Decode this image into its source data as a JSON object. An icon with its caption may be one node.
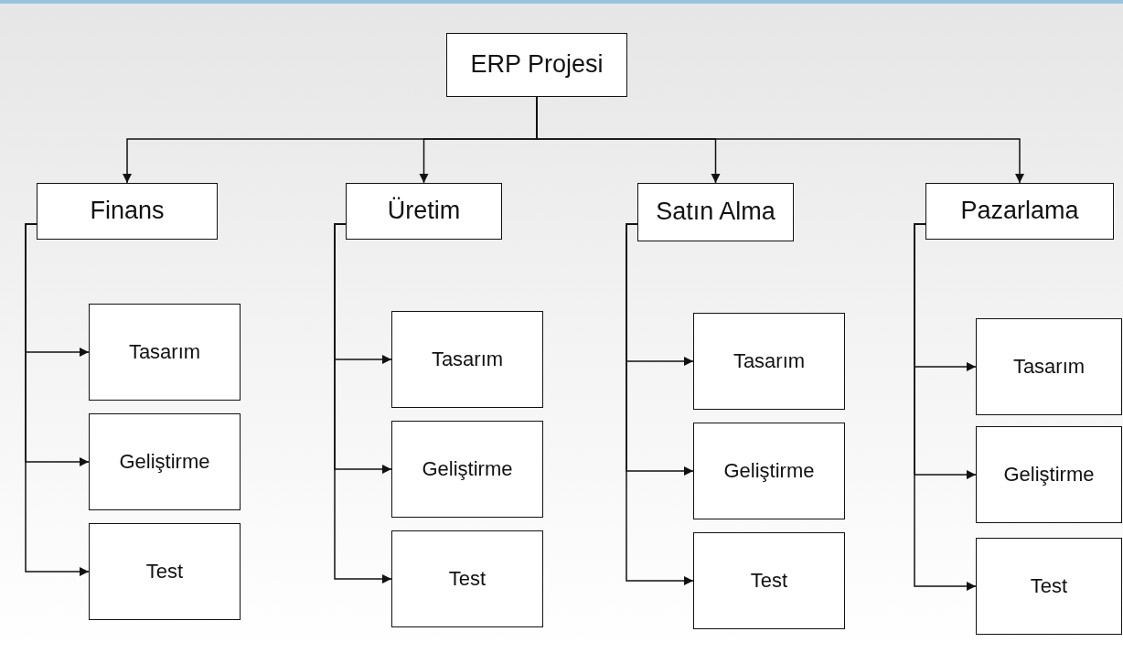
{
  "diagram": {
    "nodes": [
      {
        "text": [
          "ERP Projesi"
        ]
      },
      {
        "text": [
          "Finans"
        ]
      },
      {
        "text": [
          "Üretim"
        ]
      },
      {
        "text": [
          "Satın Alma"
        ]
      },
      {
        "text": [
          "Pazarlama"
        ]
      },
      {
        "text": [
          "Tasarım"
        ]
      },
      {
        "text": [
          "Geliştirme"
        ]
      },
      {
        "text": [
          "Test"
        ]
      },
      {
        "text": [
          "Tasarım"
        ]
      },
      {
        "text": [
          "Geliştirme"
        ]
      },
      {
        "text": [
          "Test"
        ]
      },
      {
        "text": [
          "Tasarım"
        ]
      },
      {
        "text": [
          "Geliştirme"
        ]
      },
      {
        "text": [
          "Test"
        ]
      },
      {
        "text": [
          "Tasarım"
        ]
      },
      {
        "text": [
          "Geliştirme"
        ]
      },
      {
        "text": [
          "Test"
        ]
      }
    ],
    "edges": [
      {
        "from": 0,
        "to": 1,
        "arrow": "to"
      },
      {
        "from": 0,
        "to": 2,
        "arrow": "to"
      },
      {
        "from": 0,
        "to": 3,
        "arrow": "to"
      },
      {
        "from": 0,
        "to": 4,
        "arrow": "to"
      },
      {
        "from": 1,
        "to": 5,
        "arrow": "to"
      },
      {
        "from": 1,
        "to": 6,
        "arrow": "to"
      },
      {
        "from": 1,
        "to": 7,
        "arrow": "to"
      },
      {
        "from": 2,
        "to": 8,
        "arrow": "to"
      },
      {
        "from": 2,
        "to": 9,
        "arrow": "to"
      },
      {
        "from": 2,
        "to": 10,
        "arrow": "to"
      },
      {
        "from": 3,
        "to": 11,
        "arrow": "to"
      },
      {
        "from": 3,
        "to": 12,
        "arrow": "to"
      },
      {
        "from": 3,
        "to": 13,
        "arrow": "to"
      },
      {
        "from": 4,
        "to": 14,
        "arrow": "to"
      },
      {
        "from": 4,
        "to": 15,
        "arrow": "to"
      },
      {
        "from": 4,
        "to": 16,
        "arrow": "to"
      }
    ]
  }
}
